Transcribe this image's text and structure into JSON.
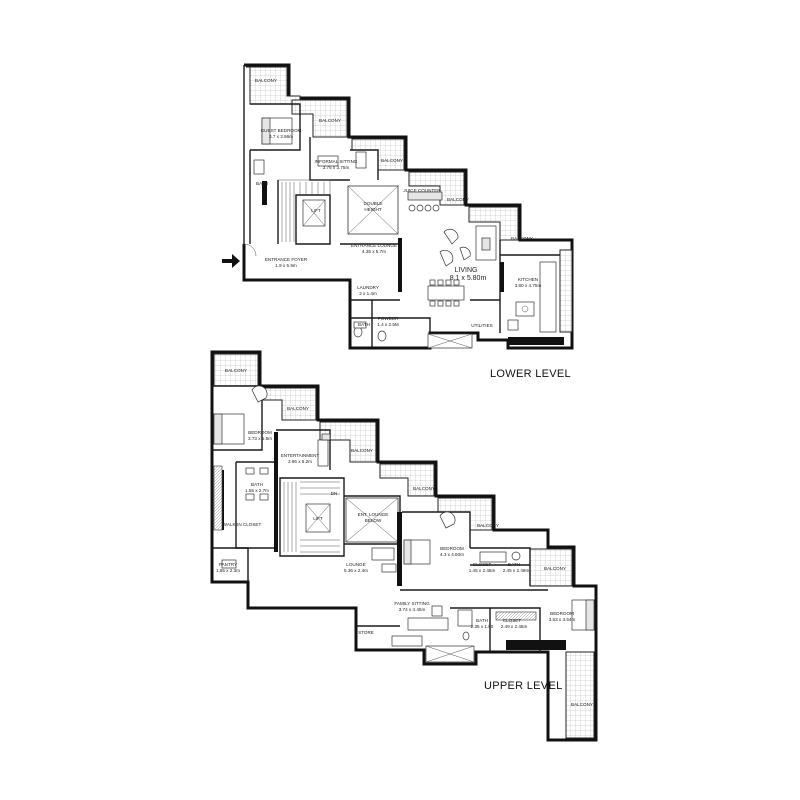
{
  "levels": {
    "lower": "LOWER LEVEL",
    "upper": "UPPER LEVEL"
  },
  "lower_rooms": {
    "balcony_1": "BALCONY",
    "balcony_2": "BALCONY",
    "balcony_3": "BALCONY",
    "balcony_4": "BALCONY",
    "balcony_5": "BALCONY",
    "guest_bedroom": "GUEST BEDROOM",
    "guest_bedroom_size": "3.7 x 3.96m",
    "informal_sitting": "INFORMAL SITTING",
    "informal_sitting_size": "3.75 x 3.75m",
    "juice_counter": "JUICE COUNTER",
    "double_height": "DOUBLE",
    "double_height_2": "HEIGHT",
    "bath": "BATH",
    "lift": "LIFT",
    "entrance_lounge": "ENTRANCE LOUNGE",
    "entrance_lounge_size": "4.35 x 5.7m",
    "entrance_foyer": "ENTRANCE FOYER",
    "entrance_foyer_size": "1.9 x 5.9m",
    "living": "LIVING",
    "living_size": "8.1 x 5.80m",
    "kitchen": "KITCHEN",
    "kitchen_size": "3.80 x 4.75m",
    "laundry": "LAUNDRY",
    "laundry_size": "2 x 1.4m",
    "powder": "POWDER",
    "powder_size": "1.4 x 2.5M",
    "maid_bath": "BATH",
    "utilities": "UTILITIES"
  },
  "upper_rooms": {
    "balcony_1": "BALCONY",
    "balcony_2": "BALCONY",
    "balcony_3": "BALCONY",
    "balcony_4": "BALCONY",
    "balcony_5": "BALCONY",
    "balcony_6": "BALCONY",
    "balcony_7": "BALCONY",
    "bedroom_master": "BEDROOM",
    "bedroom_master_size": "3.73 x 5.5m",
    "entertainment": "ENTERTAINMENT",
    "entertainment_size": "3.86 x 5.2m",
    "bath_master": "BATH",
    "bath_master_size": "1.55 x 2.7m",
    "dn": "DN",
    "walk_in_closet": "WALK-IN CLOSET",
    "lift": "LIFT",
    "ent_lounge": "ENT. LOUNGE",
    "ent_lounge_2": "BELOW",
    "bedroom_2": "BEDROOM",
    "bedroom_2_size": "4.1 x 4.60m",
    "lounge": "LOUNGE",
    "lounge_size": "5.36 x 2.4m",
    "closet_1": "CLOSET",
    "closet_1_size": "1.45 x 2.45m",
    "bath_2": "BATH",
    "bath_2_size": "2.45 x 2.49m",
    "pantry": "PANTRY",
    "pantry_size": "1.65 x 2.3m",
    "family_sitting": "FAMILY SITTING",
    "family_sitting_size": "3.74 x 4.45m",
    "bedroom_3": "BEDROOM",
    "bedroom_3_size": "3.53 x 3.54m",
    "store": "STORE",
    "bath_3": "BATH",
    "bath_3_size": "2.35 x 1.80",
    "closet_2": "CLOSET",
    "closet_2_size": "2.49 x 2.45m"
  }
}
